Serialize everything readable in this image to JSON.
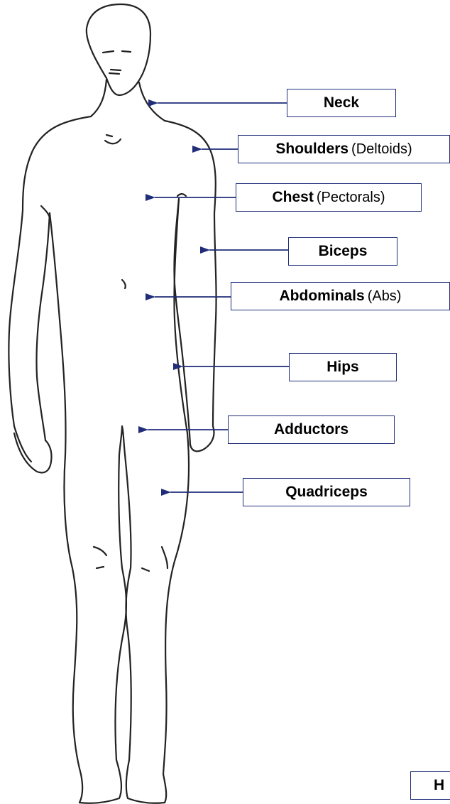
{
  "colors": {
    "arrow": "#1f2d7a",
    "box_border": "#1f2d7a",
    "outline": "#222222",
    "background": "#ffffff"
  },
  "labels": {
    "neck": {
      "main": "Neck",
      "sub": ""
    },
    "shoulders": {
      "main": "Shoulders",
      "sub": "(Deltoids)"
    },
    "chest": {
      "main": "Chest",
      "sub": "(Pectorals)"
    },
    "biceps": {
      "main": "Biceps",
      "sub": ""
    },
    "abdominals": {
      "main": "Abdominals",
      "sub": "(Abs)"
    },
    "hips": {
      "main": "Hips",
      "sub": ""
    },
    "adductors": {
      "main": "Adductors",
      "sub": ""
    },
    "quadriceps": {
      "main": "Quadriceps",
      "sub": ""
    },
    "partial": {
      "main": "H",
      "sub": ""
    }
  }
}
